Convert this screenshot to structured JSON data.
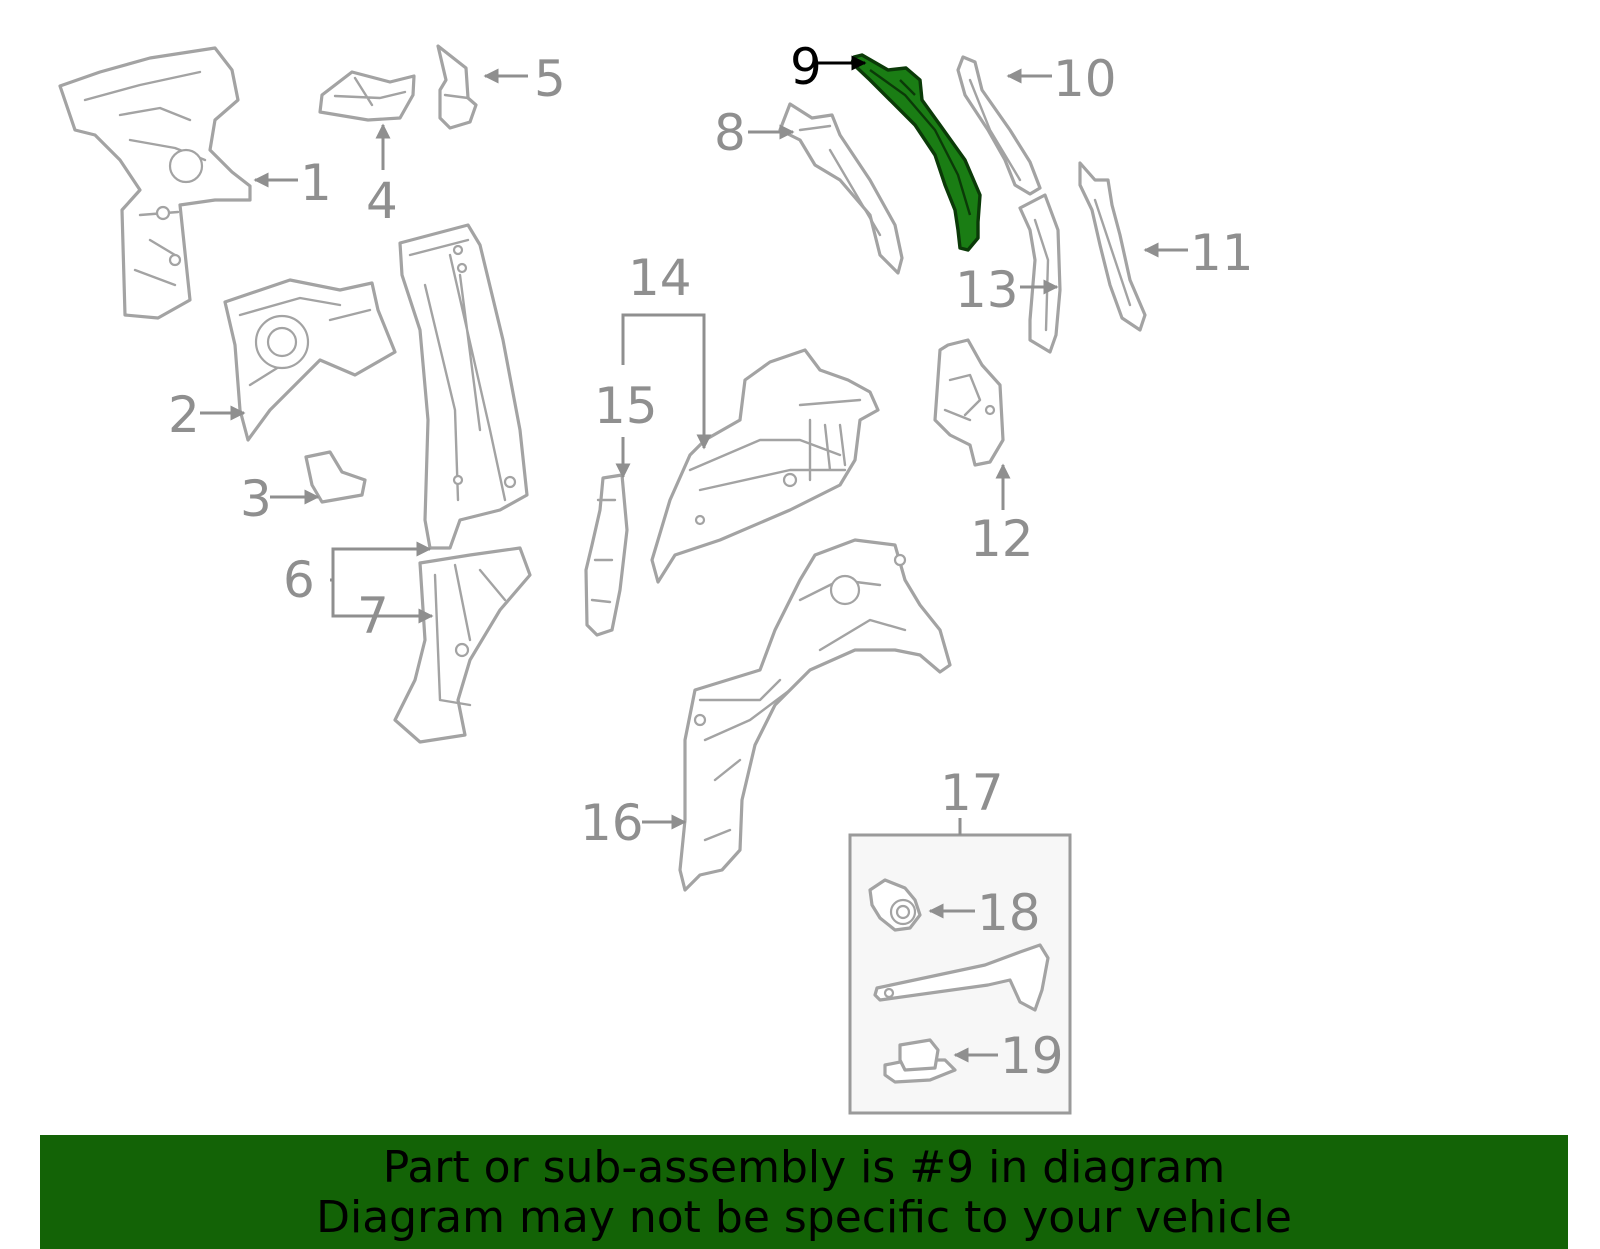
{
  "diagram": {
    "callouts": [
      "1",
      "2",
      "3",
      "4",
      "5",
      "6",
      "7",
      "8",
      "9",
      "10",
      "11",
      "12",
      "13",
      "14",
      "15",
      "16",
      "17",
      "18",
      "19"
    ],
    "highlighted_part": "9",
    "highlight_color": "#1a7d14",
    "line_color": "#a3a3a3",
    "label_color": "#8f8f8f"
  },
  "banner": {
    "line1": "Part or sub-assembly is #9 in diagram",
    "line2": "Diagram may not be specific to your vehicle",
    "background": "#136306"
  }
}
